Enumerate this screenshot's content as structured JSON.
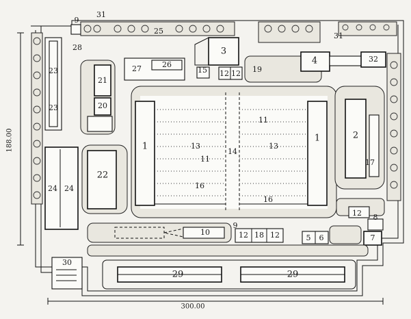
{
  "diagram": {
    "dimension_vertical": "188.00",
    "dimension_horizontal": "300.00",
    "labels": {
      "l1_left": "1",
      "l1_right": "1",
      "l2": "2",
      "l3": "3",
      "l4": "4",
      "l5": "5",
      "l6": "6",
      "l7": "7",
      "l8": "8",
      "l9_top": "9",
      "l9_bottom": "9",
      "l10": "10",
      "l11_a": "11",
      "l11_b": "11",
      "l12_a": "12",
      "l12_b": "12",
      "l12_c": "12",
      "l12_d": "12",
      "l12_e": "12",
      "l13_a": "13",
      "l13_b": "13",
      "l14": "14",
      "l15": "15",
      "l16_a": "16",
      "l16_b": "16",
      "l17": "17",
      "l18": "18",
      "l19": "19",
      "l20": "20",
      "l21": "21",
      "l22": "22",
      "l23_a": "23",
      "l23_b": "23",
      "l24_a": "24",
      "l24_b": "24",
      "l25": "25",
      "l26": "26",
      "l27": "27",
      "l28": "28",
      "l29_a": "29",
      "l29_b": "29",
      "l30": "30",
      "l31_a": "31",
      "l31_b": "31",
      "l32": "32"
    }
  }
}
